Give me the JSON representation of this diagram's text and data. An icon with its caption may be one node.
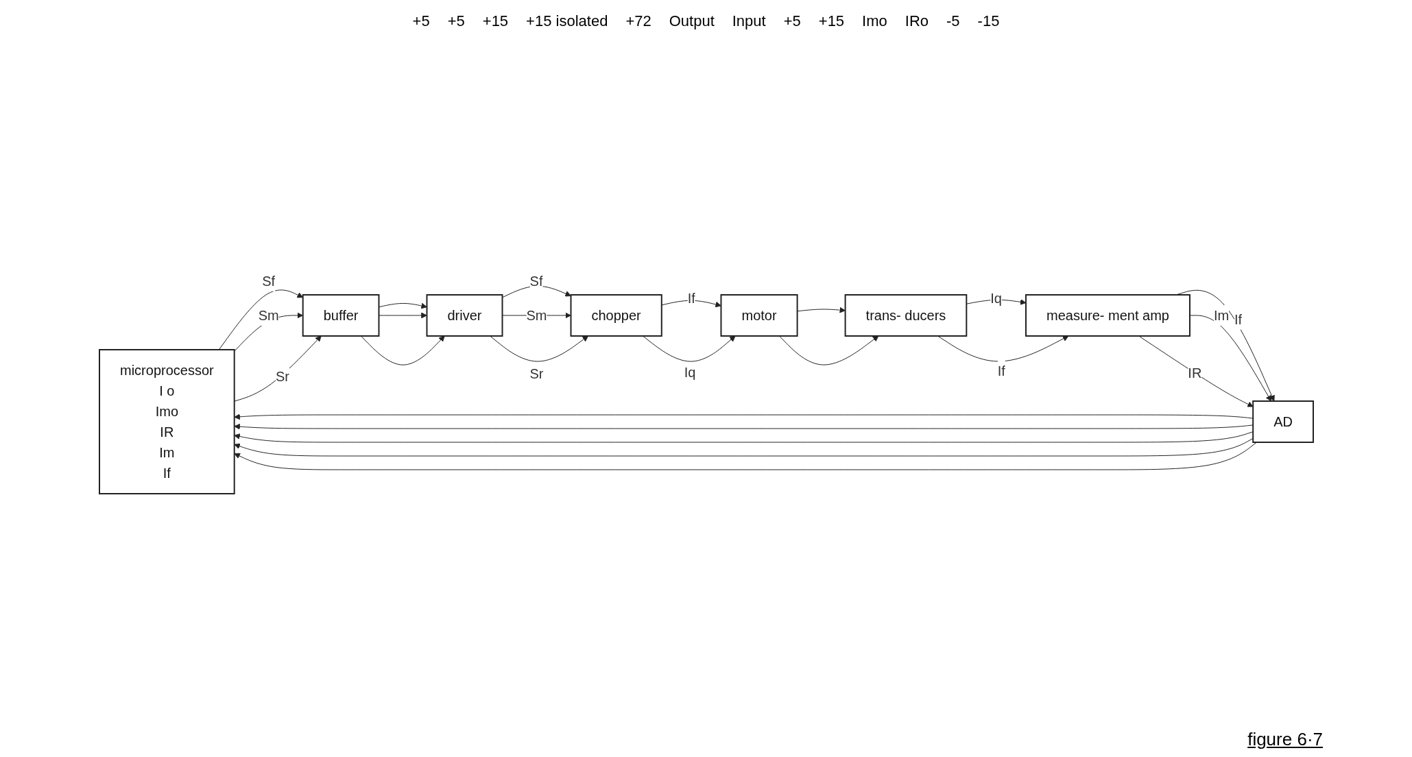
{
  "diagram": {
    "caption": "figure 6·7",
    "nodes": [
      {
        "text": [
          "microprocessor",
          "I o",
          "Imo",
          "IR",
          "Im",
          "If"
        ]
      },
      {
        "text": [
          "buffer"
        ]
      },
      {
        "text": [
          "driver"
        ]
      },
      {
        "text": [
          "chopper"
        ]
      },
      {
        "text": [
          "motor"
        ]
      },
      {
        "text": [
          "trans- ducers"
        ]
      },
      {
        "text": [
          "AD"
        ]
      },
      {
        "text": [
          "measure- ment amp"
        ]
      }
    ],
    "edges": [
      {
        "from": 0,
        "to": 1,
        "arrow": "to",
        "label": "Sf"
      },
      {
        "from": 0,
        "to": 1,
        "arrow": "to",
        "label": "Sm"
      },
      {
        "from": 0,
        "to": 1,
        "arrow": "to",
        "label": "Sr"
      },
      {
        "from": 1,
        "to": 2,
        "arrow": "to"
      },
      {
        "from": 1,
        "to": 2,
        "arrow": "to"
      },
      {
        "from": 1,
        "to": 2,
        "arrow": "to"
      },
      {
        "from": 2,
        "to": 3,
        "arrow": "to",
        "label": "Sf"
      },
      {
        "from": 2,
        "to": 3,
        "arrow": "to",
        "label": "Sm"
      },
      {
        "from": 2,
        "to": 3,
        "arrow": "to",
        "label": "Sr"
      },
      {
        "from": 3,
        "to": 4,
        "arrow": "to",
        "label": "If"
      },
      {
        "from": 3,
        "to": 4,
        "arrow": "to",
        "label": "Iq"
      },
      {
        "from": 4,
        "to": 5,
        "arrow": "to"
      },
      {
        "from": 4,
        "to": 5,
        "arrow": "to"
      },
      {
        "from": 5,
        "to": 7,
        "arrow": "to",
        "label": "Iq"
      },
      {
        "from": 5,
        "to": 7,
        "arrow": "to",
        "label": "If"
      },
      {
        "from": 7,
        "to": 6,
        "arrow": "to",
        "label": "If"
      },
      {
        "from": 7,
        "to": 6,
        "arrow": "to",
        "label": "Im"
      },
      {
        "from": 7,
        "to": 6,
        "arrow": "to",
        "label": "IR"
      },
      {
        "from": 6,
        "to": 0,
        "arrow": "to"
      },
      {
        "from": 6,
        "to": 0,
        "arrow": "to"
      },
      {
        "from": 6,
        "to": 0,
        "arrow": "to"
      },
      {
        "from": 6,
        "to": 0,
        "arrow": "to"
      },
      {
        "from": 6,
        "to": 0,
        "arrow": "to"
      }
    ],
    "labels": [
      "+5",
      "+5",
      "+15",
      "+15 isolated",
      "+72",
      "Output",
      "Input",
      "+5",
      "+15",
      "Imo",
      "IRo",
      "-5",
      "-15"
    ]
  }
}
